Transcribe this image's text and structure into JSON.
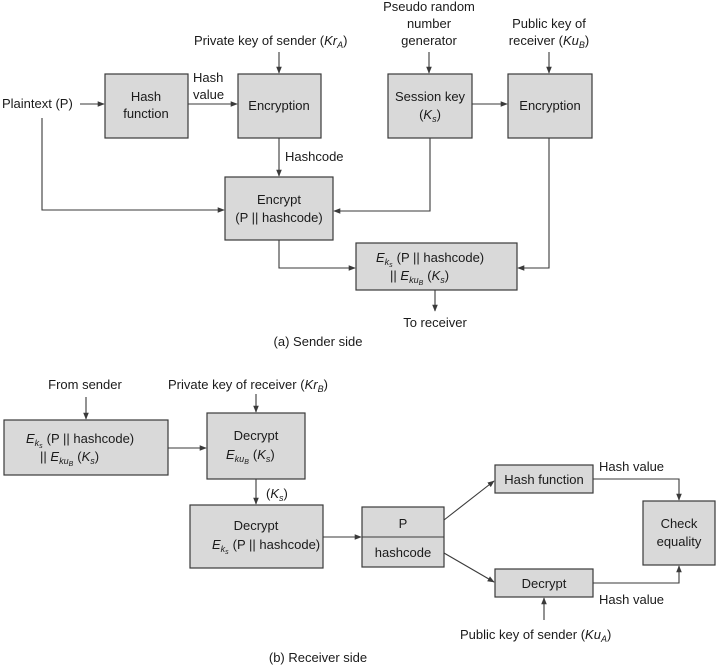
{
  "sender": {
    "caption": "(a) Sender side",
    "plaintext": "Plaintext (P)",
    "hash_function": [
      "Hash",
      "function"
    ],
    "hash_value_label": [
      "Hash",
      "value"
    ],
    "private_key_sender_label": "Private key of sender",
    "private_key_sender_sym": "Kr",
    "private_key_sender_sub": "A",
    "encryption1": "Encryption",
    "prng": [
      "Pseudo random",
      "number",
      "generator"
    ],
    "session_key": "Session key",
    "session_key_sym": "K",
    "session_key_sub": "s",
    "public_key_receiver_label": [
      "Public key of",
      "receiver"
    ],
    "public_key_receiver_sym": "Ku",
    "public_key_receiver_sub": "B",
    "encryption2": "Encryption",
    "hashcode_label": "Hashcode",
    "encrypt_box": [
      "Encrypt",
      "(P || hashcode)"
    ],
    "output_line1_suffix": "(P || hashcode)",
    "output_line2_prefix": "||",
    "to_receiver": "To receiver"
  },
  "receiver": {
    "caption": "(b) Receiver side",
    "from_sender": "From sender",
    "input_line1_suffix": "(P || hashcode)",
    "input_line2_prefix": "||",
    "private_key_receiver_label": "Private key of receiver",
    "private_key_receiver_sym": "Kr",
    "private_key_receiver_sub": "B",
    "decrypt1": "Decrypt",
    "ks_label_sym": "K",
    "ks_label_sub": "s",
    "decrypt2": "Decrypt",
    "decrypt2_suffix": "(P || hashcode)",
    "p_cell": "P",
    "hashcode_cell": "hashcode",
    "hash_function": "Hash function",
    "hash_value_top": "Hash value",
    "decrypt3": "Decrypt",
    "hash_value_bottom": "Hash value",
    "check_equality": [
      "Check",
      "equality"
    ],
    "public_key_sender_label": "Public key of sender",
    "public_key_sender_sym": "Ku",
    "public_key_sender_sub": "A"
  },
  "colors": {
    "box_fill": "#d9d9d9",
    "stroke": "#3a3a3a",
    "text": "#1a1a1a"
  }
}
